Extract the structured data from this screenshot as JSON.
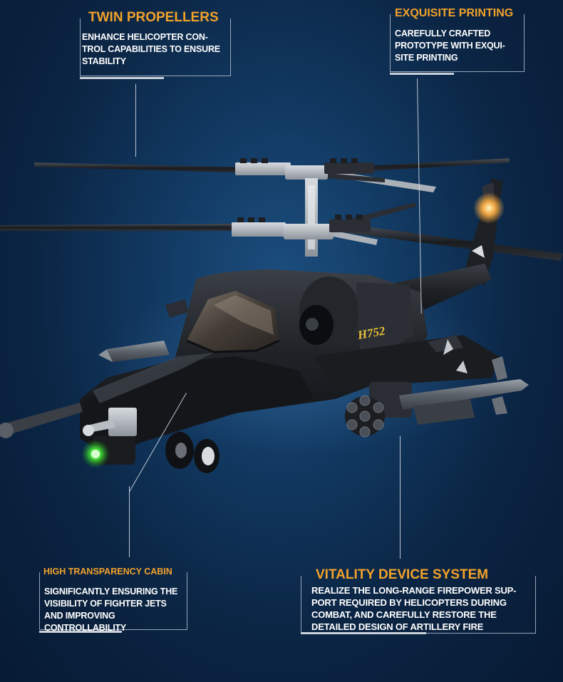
{
  "callouts": {
    "twin_propellers": {
      "title": "TWIN PROPELLERS",
      "text": "ENHANCE HELICOPTER CON-TROL CAPABILITIES TO ENSURE STABILITY"
    },
    "exquisite_printing": {
      "title": "EXQUISITE PRINTING",
      "text": "CAREFULLY CRAFTED PROTOTYPE WITH EXQUI-SITE PRINTING"
    },
    "cabin": {
      "title": "HIGH TRANSPARENCY CABIN",
      "text": "SIGNIFICANTLY ENSURING THE VISIBILITY OF FIGHTER JETS AND IMPROVING CONTROLLABILITY"
    },
    "vitality": {
      "title": "VITALITY DEVICE SYSTEM",
      "text": "REALIZE THE LONG-RANGE FIREPOWER SUP-PORT REQUIRED BY HELICOPTERS DURING COMBAT, AND CAREFULLY RESTORE THE DETAILED DESIGN OF ARTILLERY FIRE"
    }
  },
  "model": {
    "fuselage_print": "H752"
  },
  "colors": {
    "accent": "#f2a22a",
    "background": "#0b2544",
    "body": "#1b1d21",
    "print": "#e8c23a"
  }
}
